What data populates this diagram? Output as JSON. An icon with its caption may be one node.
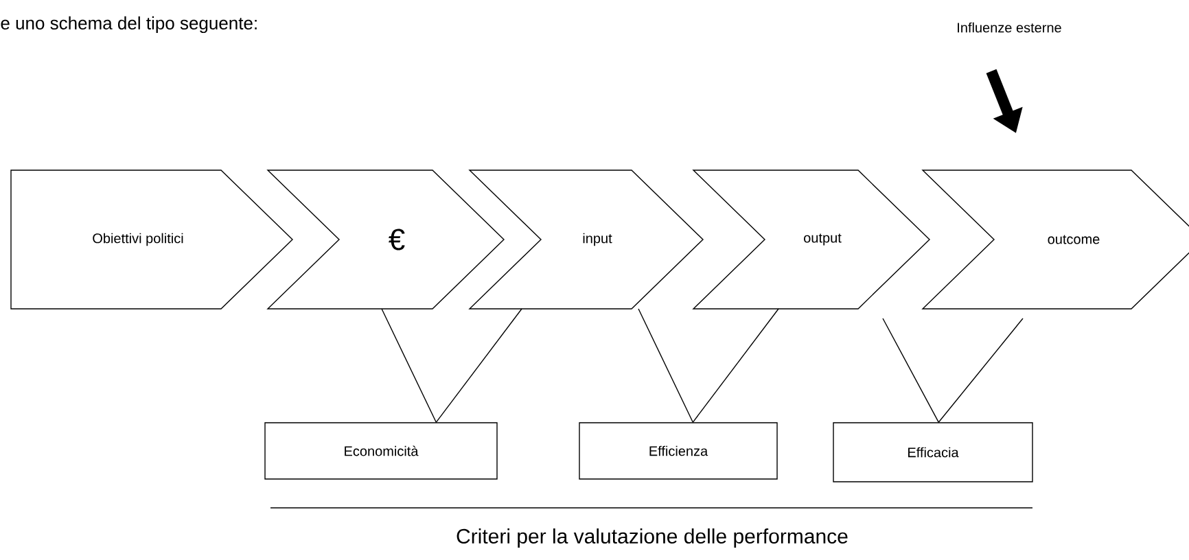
{
  "diagram": {
    "nodes": [
      {
        "text": [
          "Obiettivi politici"
        ]
      },
      {
        "text": [
          "€"
        ]
      },
      {
        "text": [
          "input"
        ]
      },
      {
        "text": [
          "output"
        ]
      },
      {
        "text": [
          "outcome"
        ]
      },
      {
        "text": [
          "Economicità"
        ]
      },
      {
        "text": [
          "Efficienza"
        ]
      },
      {
        "text": [
          "Efficacia"
        ]
      },
      {
        "text": [
          "Influenze esterne"
        ]
      }
    ],
    "edges": [
      {
        "from": 1,
        "to": 5,
        "arrow": "none"
      },
      {
        "from": 2,
        "to": 5,
        "arrow": "none"
      },
      {
        "from": 2,
        "to": 6,
        "arrow": "none"
      },
      {
        "from": 3,
        "to": 6,
        "arrow": "none"
      },
      {
        "from": 3,
        "to": 7,
        "arrow": "none"
      },
      {
        "from": 4,
        "to": 7,
        "arrow": "none"
      },
      {
        "from": 8,
        "to": 4,
        "arrow": "to",
        "style": "thick"
      }
    ],
    "labels": [
      "e uno schema del tipo seguente:",
      "Criteri per la valutazione delle performance"
    ]
  }
}
